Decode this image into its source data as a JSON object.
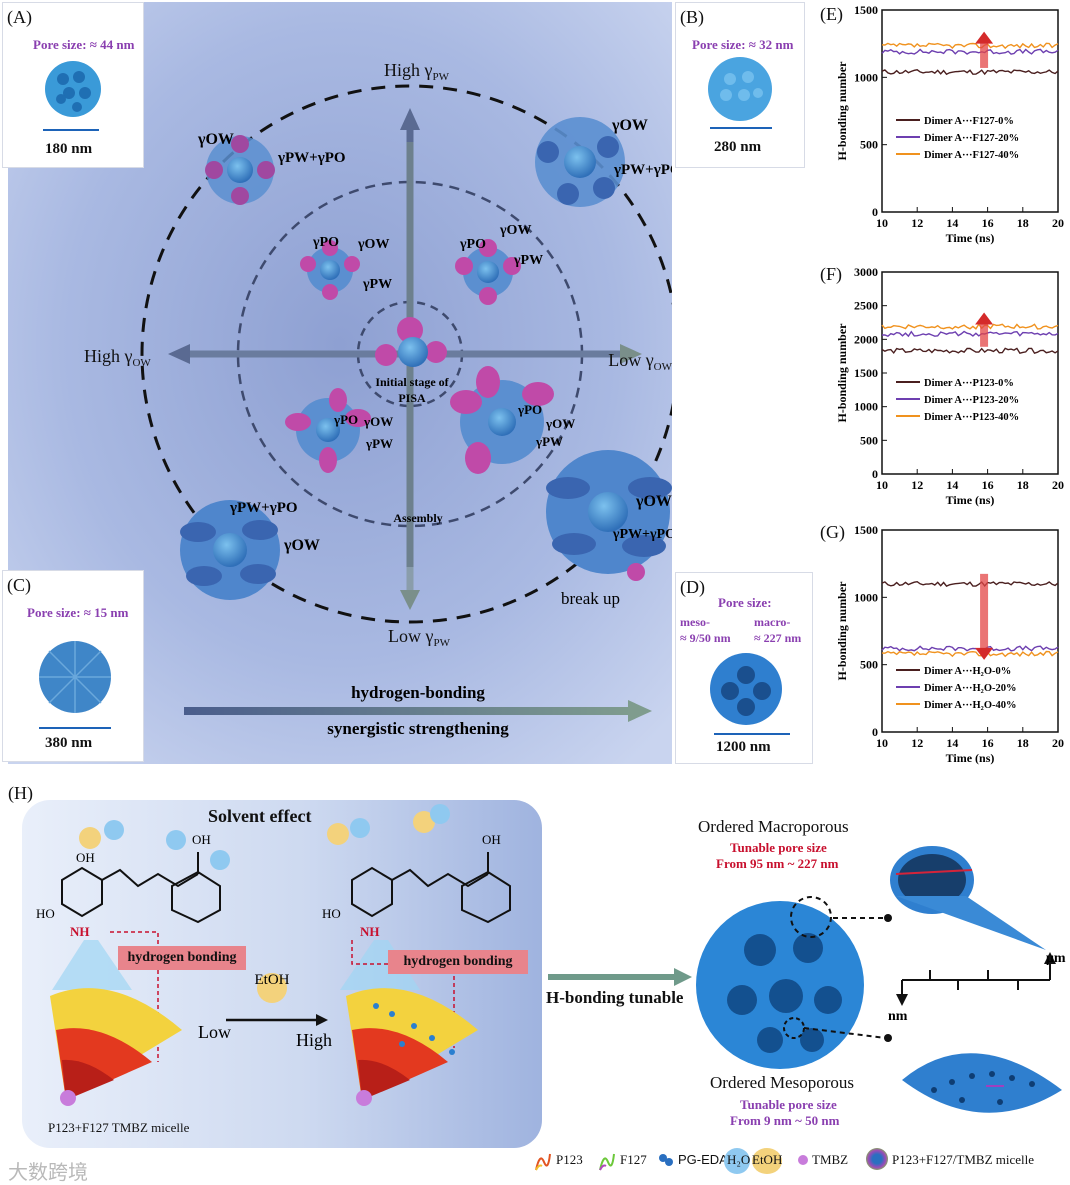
{
  "panels": {
    "A": {
      "letter": "(A)",
      "pore_label": "Pore size: ≈ 44 nm",
      "scale": "180 nm"
    },
    "B": {
      "letter": "(B)",
      "pore_label": "Pore size: ≈ 32 nm",
      "scale": "280 nm"
    },
    "C": {
      "letter": "(C)",
      "pore_label": "Pore size: ≈ 15 nm",
      "scale": "380 nm"
    },
    "D": {
      "letter": "(D)",
      "pore_label": "Pore size:",
      "meso_label": "meso-",
      "meso_value": "≈ 9/50 nm",
      "macro_label": "macro-",
      "macro_value": "≈ 227 nm",
      "scale": "1200 nm"
    },
    "E": {
      "letter": "(E)"
    },
    "F": {
      "letter": "(F)"
    },
    "G": {
      "letter": "(G)"
    },
    "H": {
      "letter": "(H)"
    }
  },
  "center_diagram": {
    "high_pw": "High γ",
    "low_pw": "Low γ",
    "high_ow": "High γ",
    "low_ow": "Low γ",
    "sub_pw": "PW",
    "sub_ow": "OW",
    "initial_line1": "Initial stage of",
    "initial_line2": "PISA",
    "assembly": "Assembly",
    "break_up": "break up",
    "bottom_line1": "hydrogen-bonding",
    "bottom_line2": "synergistic strengthening",
    "gamma_ow": "γOW",
    "gamma_pw": "γPW",
    "gamma_po": "γPO",
    "gamma_pw_po": "γPW+γPO"
  },
  "chart_data": [
    {
      "type": "line",
      "panel": "E",
      "xlabel": "Time (ns)",
      "ylabel": "H-bonding  number",
      "xlim": [
        10,
        20
      ],
      "ylim": [
        0,
        1500
      ],
      "xticks": [
        10,
        12,
        14,
        16,
        18,
        20
      ],
      "yticks": [
        0,
        500,
        1000,
        1500
      ],
      "legend": "center",
      "arrow": "up",
      "series": [
        {
          "name": "Dimer A···F127-0%",
          "color": "#4a1f1f",
          "level": 1040
        },
        {
          "name": "Dimer A···F127-20%",
          "color": "#6d3fb0",
          "level": 1190
        },
        {
          "name": "Dimer A···F127-40%",
          "color": "#f0921e",
          "level": 1235
        }
      ]
    },
    {
      "type": "line",
      "panel": "F",
      "xlabel": "Time (ns)",
      "ylabel": "H-bonding  number",
      "xlim": [
        10,
        20
      ],
      "ylim": [
        0,
        3000
      ],
      "xticks": [
        10,
        12,
        14,
        16,
        18,
        20
      ],
      "yticks": [
        0,
        500,
        1000,
        1500,
        2000,
        2500,
        3000
      ],
      "legend": "center",
      "arrow": "up",
      "series": [
        {
          "name": "Dimer A···P123-0%",
          "color": "#4a1f1f",
          "level": 1830
        },
        {
          "name": "Dimer A···P123-20%",
          "color": "#6d3fb0",
          "level": 2080
        },
        {
          "name": "Dimer A···P123-40%",
          "color": "#f0921e",
          "level": 2190
        }
      ]
    },
    {
      "type": "line",
      "panel": "G",
      "xlabel": "Time (ns)",
      "ylabel": "H-bonding  number",
      "xlim": [
        10,
        20
      ],
      "ylim": [
        0,
        1500
      ],
      "xticks": [
        10,
        12,
        14,
        16,
        18,
        20
      ],
      "yticks": [
        0,
        500,
        1000,
        1500
      ],
      "legend": "bottom",
      "arrow": "down",
      "series": [
        {
          "name": "Dimer A···H₂O-0%",
          "color": "#4a1f1f",
          "level": 1100
        },
        {
          "name": "Dimer A···H₂O-20%",
          "color": "#6d3fb0",
          "level": 620
        },
        {
          "name": "Dimer A···H₂O-40%",
          "color": "#f0921e",
          "level": 580
        }
      ]
    }
  ],
  "solvent_panel": {
    "title": "Solvent effect",
    "hbond_left": "hydrogen bonding",
    "hbond_right": "hydrogen bonding",
    "etoh": "EtOH",
    "h2o": "H₂O",
    "oh": "OH",
    "nh": "NH",
    "ho": "HO",
    "low": "Low",
    "high": "High",
    "micelle_caption": "P123+F127 TMBZ micelle",
    "tunable_arrow": "H-bonding tunable"
  },
  "right_panel": {
    "macro_title": "Ordered Macroporous",
    "macro_tunable": "Tunable pore size",
    "macro_range": "From  95 nm ~ 227 nm",
    "meso_title": "Ordered Mesoporous",
    "meso_tunable": "Tunable pore size",
    "meso_range": "From  9 nm ~ 50 nm",
    "axis_um": "μm",
    "axis_nm": "nm"
  },
  "legend": {
    "items": [
      {
        "label": "P123",
        "icon": "p123-chain-icon"
      },
      {
        "label": "F127",
        "icon": "f127-chain-icon"
      },
      {
        "label": "PG-EDA",
        "icon": "pg-eda-icon"
      },
      {
        "label": "H₂O",
        "icon": "h2o-bubble-icon"
      },
      {
        "label": "EtOH",
        "icon": "etoh-bubble-icon"
      },
      {
        "label": "TMBZ",
        "icon": "tmbz-icon"
      },
      {
        "label": "P123+F127/TMBZ micelle",
        "icon": "micelle-icon"
      }
    ]
  },
  "watermark": "大数跨境",
  "colors": {
    "purple": "#8a3fb0",
    "red": "#c8102e",
    "blue": "#2a7fd0"
  }
}
